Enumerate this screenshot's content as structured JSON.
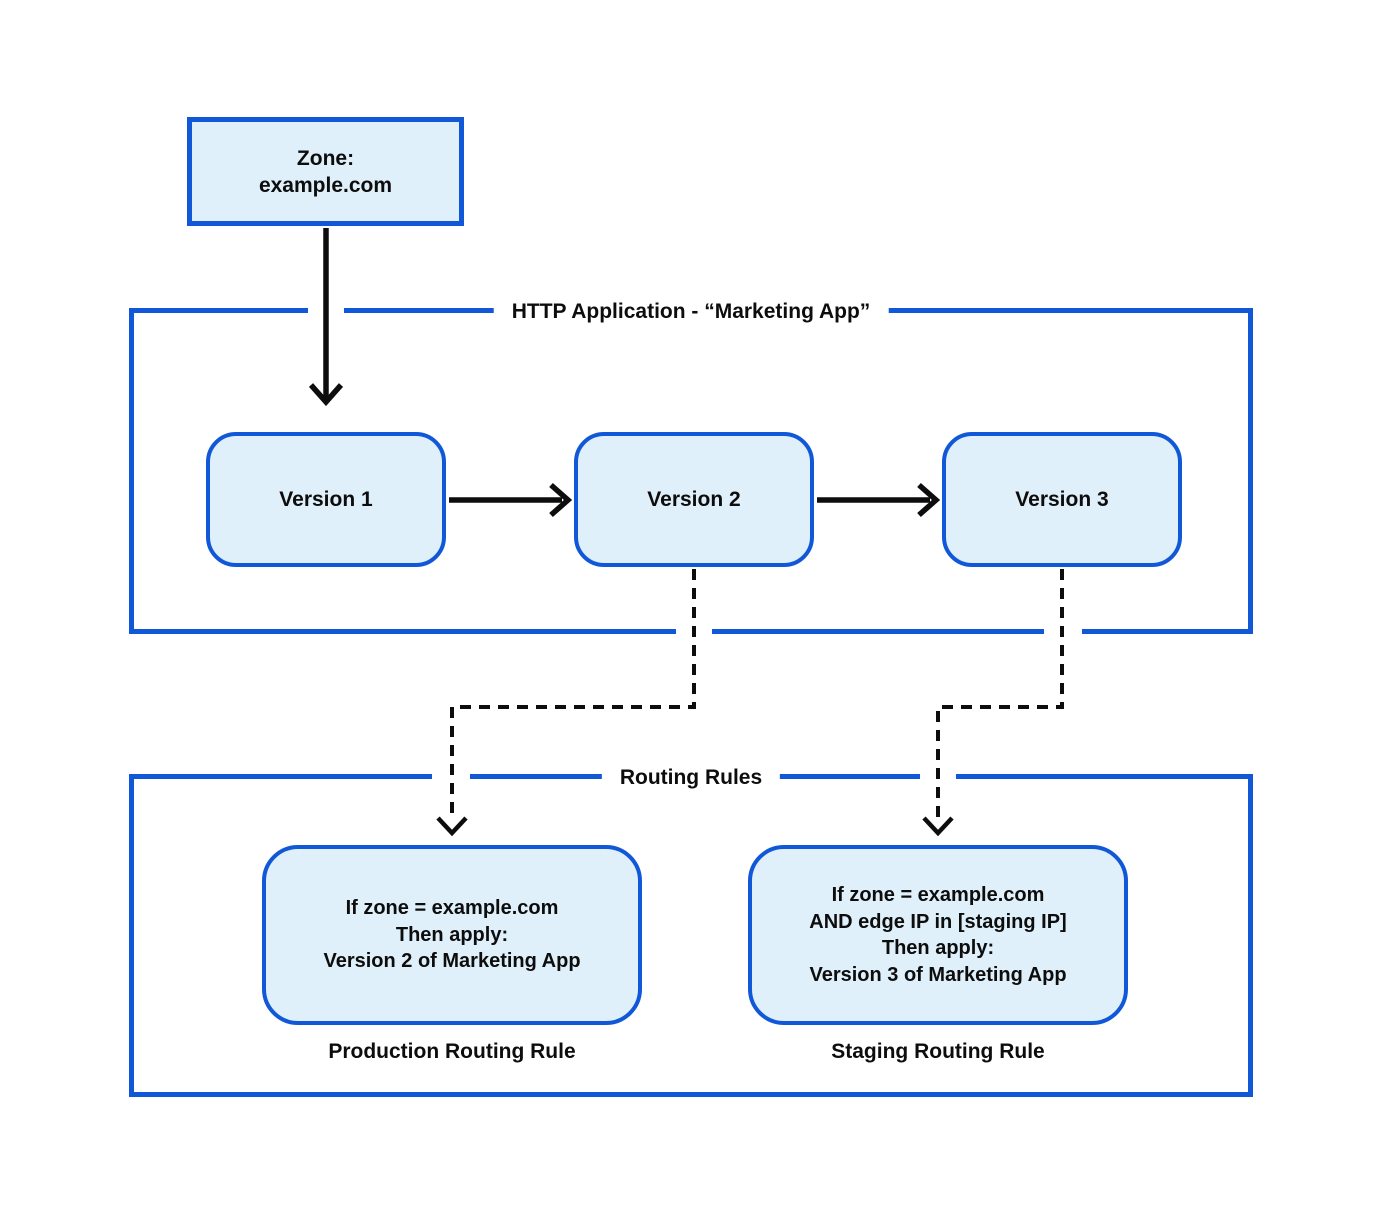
{
  "zone": {
    "line1": "Zone:",
    "line2": "example.com"
  },
  "http_application": {
    "label": "HTTP Application - “Marketing App”",
    "versions": [
      "Version 1",
      "Version 2",
      "Version 3"
    ]
  },
  "routing_rules": {
    "label": "Routing Rules",
    "production": {
      "lines": [
        "If zone = example.com",
        "Then apply:",
        "Version 2 of Marketing App"
      ],
      "caption": "Production Routing Rule"
    },
    "staging": {
      "lines": [
        "If zone = example.com",
        "AND edge IP in [staging IP]",
        "Then apply:",
        "Version 3 of Marketing App"
      ],
      "caption": "Staging Routing Rule"
    }
  },
  "colors": {
    "accent_blue": "#1158d9",
    "node_fill": "#dff0fa",
    "connector_black": "#0d0d0d",
    "background": "#ffffff"
  }
}
